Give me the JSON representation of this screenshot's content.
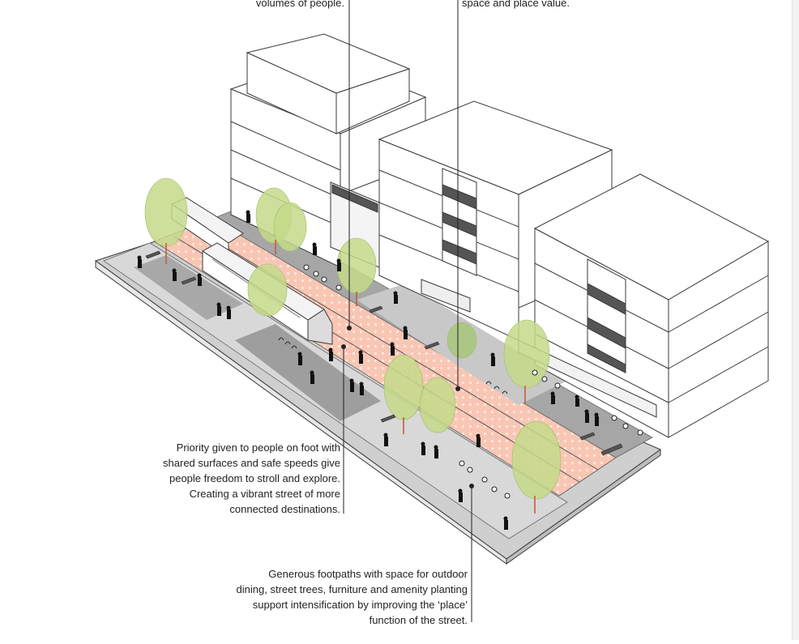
{
  "captions": {
    "top_left": "volumes of people.",
    "top_right": "space and place value.",
    "priority": "Priority given to people on foot with\nshared surfaces and safe speeds give\npeople freedom to stroll and explore.\nCreating a vibrant street of more\nconnected destinations.",
    "footpaths": "Generous footpaths with space for outdoor\ndining, street trees, furniture and amenity planting\nsupport intensification by improving the ‘place’\nfunction of the street."
  },
  "colors": {
    "road": "#f9c6b4",
    "road_dots": "#ffffff",
    "footpath": "#d6d6d6",
    "footpath_dark": "#9c9c9c",
    "tree": "#c4d98a",
    "building": "#ffffff",
    "outline": "#3a3a3a",
    "window": "#555555"
  },
  "icons": {
    "tram": "tram-icon",
    "tree": "tree-icon",
    "person": "pedestrian-icon",
    "cafe_table": "cafe-table-icon",
    "bench": "bench-icon",
    "bike_rack": "bike-rack-icon"
  }
}
